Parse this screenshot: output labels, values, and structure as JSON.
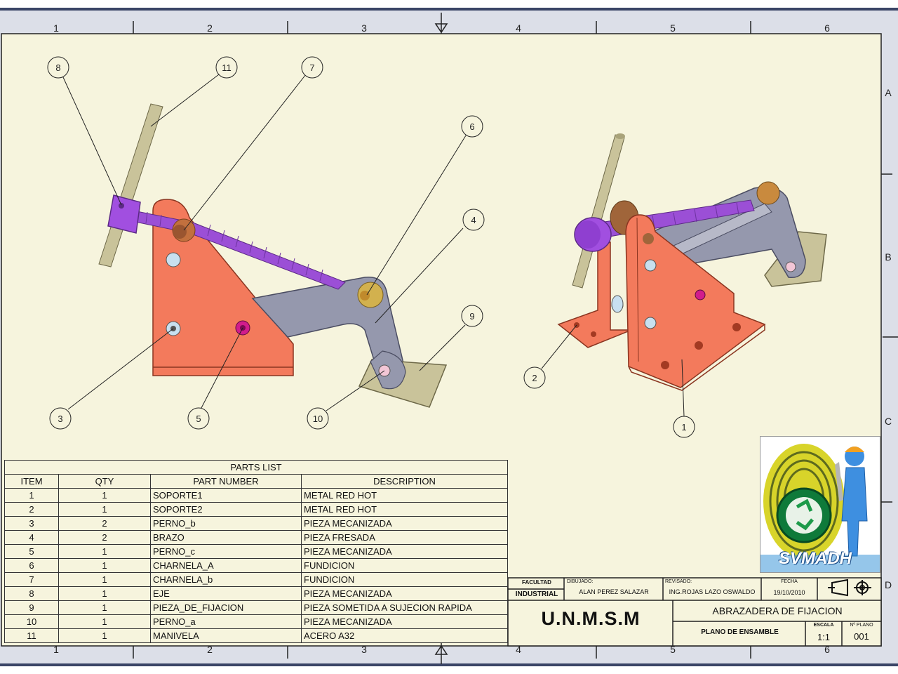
{
  "colors": {
    "sheet": "#f6f4dd",
    "border": "#2d3550",
    "salmon": "#f37a5c",
    "purple": "#9b4fd6",
    "steel": "#9598ad",
    "tan": "#c9c39a"
  },
  "frame": {
    "column_numbers": [
      "1",
      "2",
      "3",
      "4",
      "5",
      "6"
    ],
    "row_letters": [
      "A",
      "B",
      "C",
      "D"
    ]
  },
  "balloons": [
    "8",
    "11",
    "7",
    "6",
    "4",
    "9",
    "3",
    "5",
    "10",
    "2",
    "1"
  ],
  "parts_list": {
    "title": "PARTS LIST",
    "headers": [
      "ITEM",
      "QTY",
      "PART NUMBER",
      "DESCRIPTION"
    ],
    "rows": [
      [
        "1",
        "1",
        "SOPORTE1",
        "METAL RED HOT"
      ],
      [
        "2",
        "1",
        "SOPORTE2",
        "METAL RED HOT"
      ],
      [
        "3",
        "2",
        "PERNO_b",
        "PIEZA MECANIZADA"
      ],
      [
        "4",
        "2",
        "BRAZO",
        "PIEZA FRESADA"
      ],
      [
        "5",
        "1",
        "PERNO_c",
        "PIEZA MECANIZADA"
      ],
      [
        "6",
        "1",
        "CHARNELA_A",
        "FUNDICION"
      ],
      [
        "7",
        "1",
        "CHARNELA_b",
        "FUNDICION"
      ],
      [
        "8",
        "1",
        "EJE",
        "PIEZA MECANIZADA"
      ],
      [
        "9",
        "1",
        "PIEZA_DE_FIJACION",
        "PIEZA SOMETIDA A SUJECION RAPIDA"
      ],
      [
        "10",
        "1",
        "PERNO_a",
        "PIEZA MECANIZADA"
      ],
      [
        "11",
        "1",
        "MANIVELA",
        "ACERO A32"
      ]
    ]
  },
  "title_block": {
    "facultad_label": "FACULTAD",
    "facultad_value": "INDUSTRIAL",
    "dibujado_label": "DIBUJADO:",
    "dibujado_value": "ALAN PEREZ SALAZAR",
    "revisado_label": "REVISADO:",
    "revisado_value": "ING.ROJAS LAZO OSWALDO",
    "fecha_label": "FECHA",
    "fecha_value": "19/10/2010",
    "university": "U.N.M.S.M",
    "drawing_title": "ABRAZADERA DE FIJACION",
    "plano_type": "PLANO DE ENSAMBLE",
    "escala_label": "ESCALA",
    "escala_value": "1:1",
    "plano_label": "Nº PLANO",
    "plano_value": "001"
  },
  "logo": {
    "text": "SVMADH"
  }
}
